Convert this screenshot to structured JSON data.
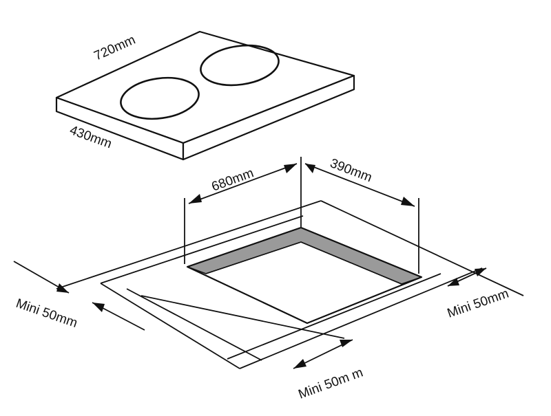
{
  "colors": {
    "line": "#111111",
    "cutout_shade": "#9a9a9a",
    "background": "#ffffff"
  },
  "hob": {
    "length_label": "720mm",
    "depth_label": "430mm",
    "burners": 2
  },
  "cutout": {
    "length_label": "680mm",
    "depth_label": "390mm"
  },
  "clearances": {
    "left_label": "Mini 50mm",
    "front_label": "Mini 50m m",
    "right_label": "Mini 50mm"
  }
}
